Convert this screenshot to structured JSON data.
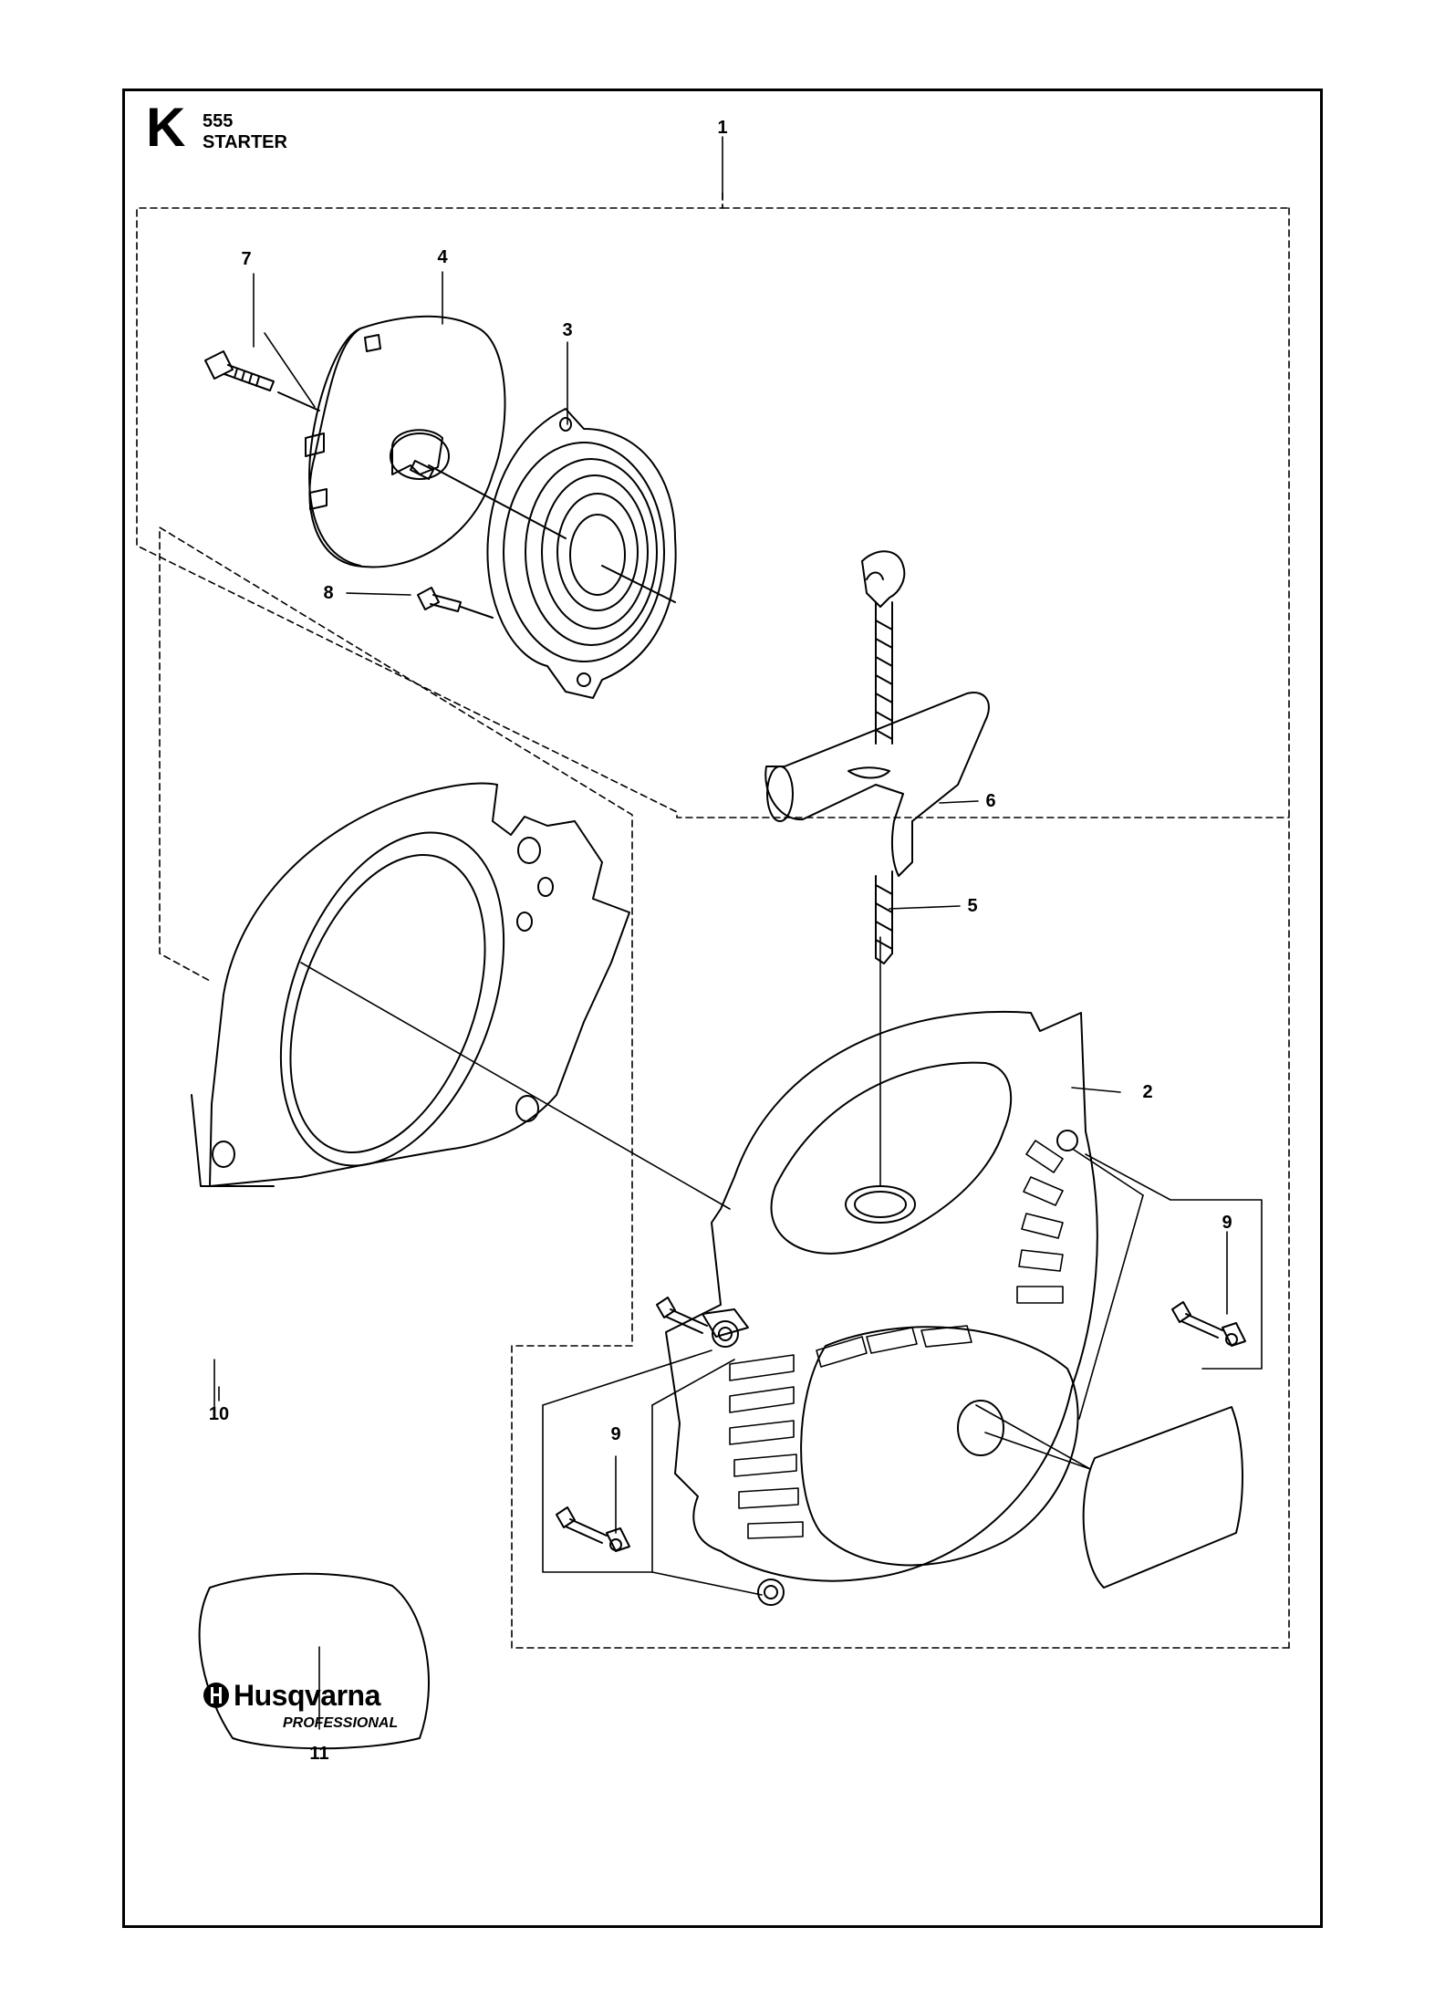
{
  "header": {
    "section": "K",
    "model": "555",
    "title": "STARTER"
  },
  "callouts": {
    "c1": "1",
    "c2": "2",
    "c3": "3",
    "c4": "4",
    "c5": "5",
    "c6": "6",
    "c7": "7",
    "c8": "8",
    "c9a": "9",
    "c9b": "9",
    "c10": "10",
    "c11": "11"
  },
  "decal": {
    "brand": "Husqvarna",
    "tagline": "PROFESSIONAL"
  }
}
